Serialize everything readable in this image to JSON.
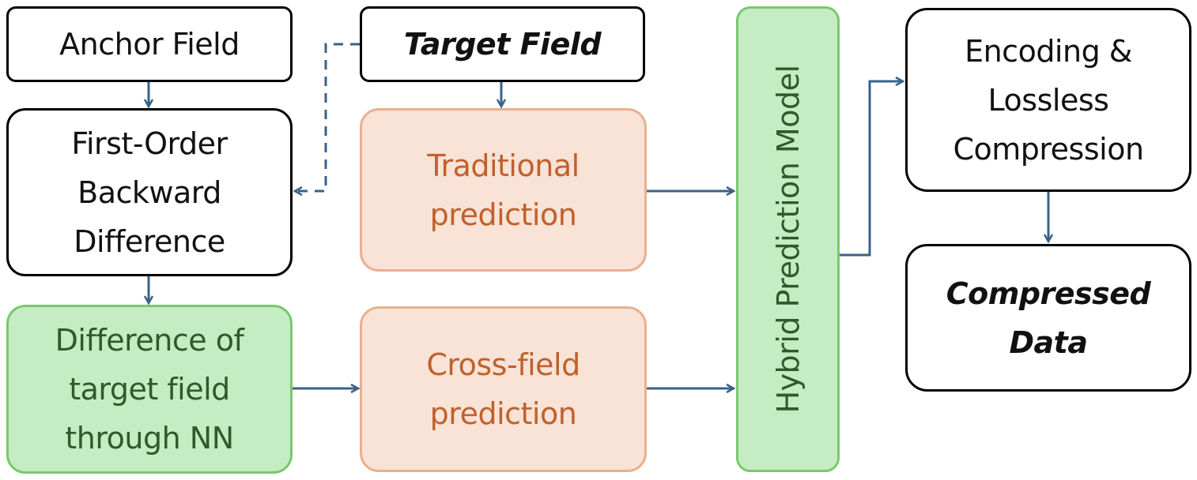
{
  "nodes": {
    "anchor_field": {
      "label": "Anchor Field"
    },
    "target_field": {
      "label": "Target Field"
    },
    "first_order": {
      "lines": [
        "First-Order",
        "Backward",
        "Difference"
      ]
    },
    "traditional": {
      "lines": [
        "Traditional",
        "prediction"
      ]
    },
    "difference_nn": {
      "lines": [
        "Difference of",
        "target field",
        "through NN"
      ]
    },
    "cross_field": {
      "lines": [
        "Cross-field",
        "prediction"
      ]
    },
    "hybrid": {
      "label": "Hybrid Prediction Model"
    },
    "encoding": {
      "lines": [
        "Encoding &",
        "Lossless",
        "Compression"
      ]
    },
    "compressed": {
      "lines": [
        "Compressed",
        "Data"
      ]
    }
  },
  "colors": {
    "arrow": "#3a6187",
    "plain_border": "#000000",
    "orange_fill": "#f8e3d6",
    "orange_border": "#e8b08e",
    "orange_text": "#c0602d",
    "green_fill": "#c6ecc3",
    "green_border": "#78c96d",
    "green_text": "#2f5a2c"
  }
}
